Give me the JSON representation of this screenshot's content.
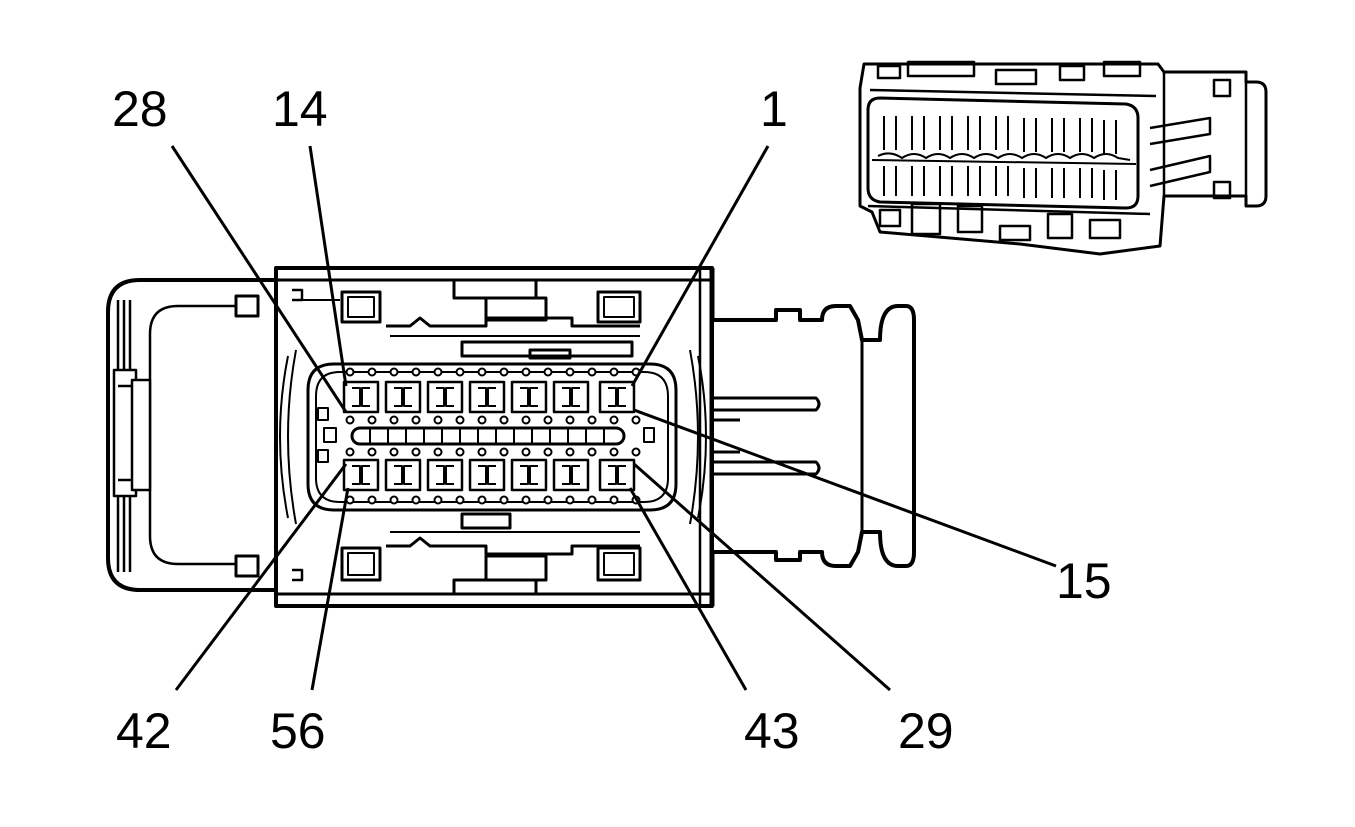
{
  "diagram": {
    "colors": {
      "line": "#000000",
      "background": "#ffffff"
    },
    "pin_labels": [
      {
        "key": "28",
        "text": "28"
      },
      {
        "key": "14",
        "text": "14"
      },
      {
        "key": "1",
        "text": "1"
      },
      {
        "key": "15",
        "text": "15"
      },
      {
        "key": "42",
        "text": "42"
      },
      {
        "key": "56",
        "text": "56"
      },
      {
        "key": "43",
        "text": "43"
      },
      {
        "key": "29",
        "text": "29"
      }
    ]
  }
}
